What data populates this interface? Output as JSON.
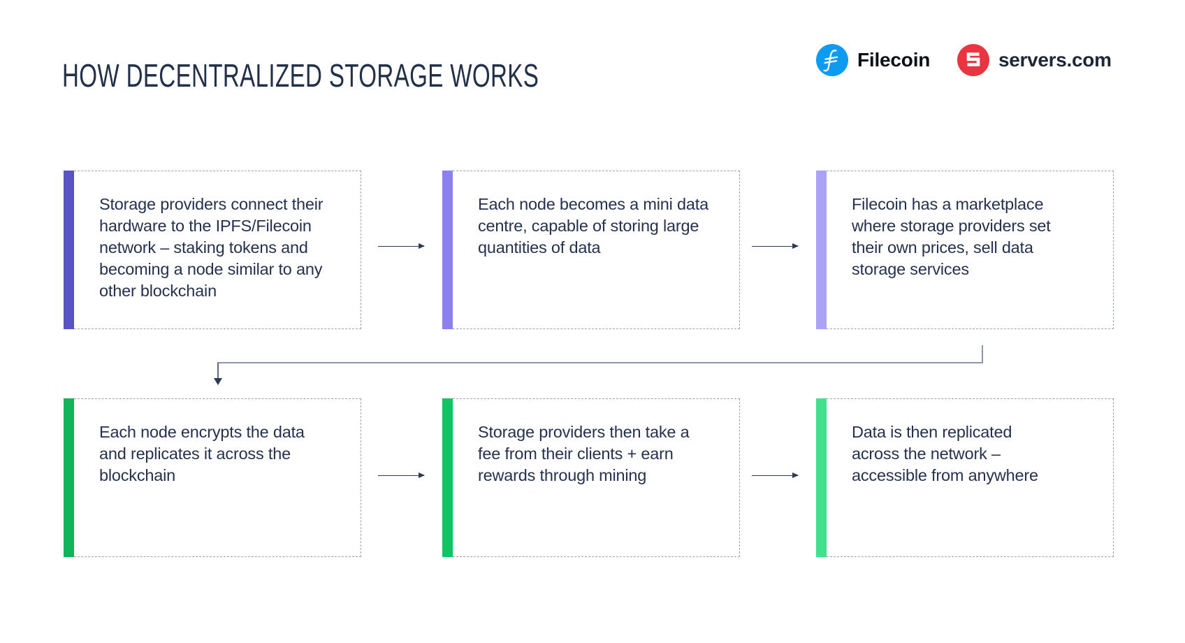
{
  "header": {
    "title": "HOW DECENTRALIZED STORAGE WORKS",
    "logos": [
      {
        "icon": "filecoin-icon",
        "label": "Filecoin",
        "circle_color": "#0d9bf2"
      },
      {
        "icon": "servers-icon",
        "label": "servers.com",
        "circle_color": "#e93540"
      }
    ]
  },
  "flow": {
    "steps": [
      {
        "bar_color": "#5a53c3",
        "lines": [
          "Storage providers connect their",
          "hardware to the IPFS/Filecoin",
          "network – staking tokens and",
          "becoming a node similar to any",
          "other blockchain"
        ]
      },
      {
        "bar_color": "#8c80f0",
        "lines": [
          "Each node becomes a mini data",
          "centre, capable of storing large",
          "quantities of data"
        ]
      },
      {
        "bar_color": "#aba1f5",
        "lines": [
          "Filecoin has a marketplace",
          "where storage providers set",
          "their own prices, sell data",
          "storage services"
        ]
      },
      {
        "bar_color": "#10b45b",
        "lines": [
          "Each node encrypts the data",
          "and replicates it across the",
          "blockchain"
        ]
      },
      {
        "bar_color": "#10c463",
        "lines": [
          "Storage providers then take a",
          "fee from their clients + earn",
          "rewards through mining"
        ]
      },
      {
        "bar_color": "#41e08e",
        "lines": [
          "Data is then replicated",
          "across the network –",
          "accessible from anywhere"
        ]
      }
    ]
  },
  "colors": {
    "text": "#25314d",
    "title": "#223048",
    "dashed_border": "#9aa4b3",
    "arrow": "#2e3a52",
    "connector": "#8897ab"
  }
}
